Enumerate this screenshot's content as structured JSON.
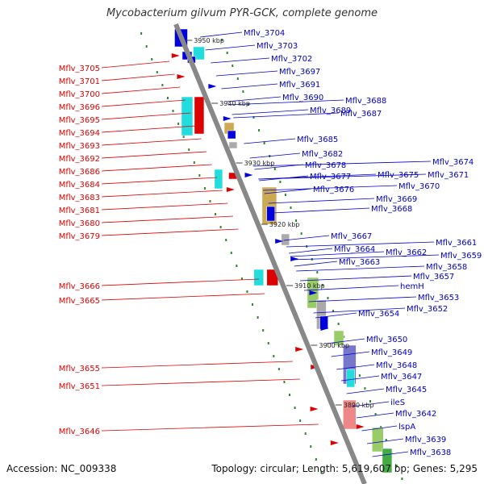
{
  "title": "Mycobacterium gilvum PYR-GCK, complete genome",
  "footer": {
    "accession": "Accession: NC_009338",
    "summary": "Topology: circular; Length: 5,619,607 bp; Genes: 5,295"
  },
  "colors": {
    "reverse_label": "#dd0000",
    "forward_label": "#0000cc",
    "backbone": "#888888"
  },
  "kbp_ticks": [
    "3950 kbp",
    "3940 kbp",
    "3930 kbp",
    "3920 kbp",
    "3910 kbp",
    "3900 kbp",
    "3890 kbp"
  ],
  "reverse_genes": [
    "Mflv_3705",
    "Mflv_3701",
    "Mflv_3700",
    "Mflv_3696",
    "Mflv_3695",
    "Mflv_3694",
    "Mflv_3693",
    "Mflv_3692",
    "Mflv_3686",
    "Mflv_3684",
    "Mflv_3683",
    "Mflv_3681",
    "Mflv_3680",
    "Mflv_3679",
    "Mflv_3666",
    "Mflv_3665",
    "Mflv_3655",
    "Mflv_3651",
    "Mflv_3646"
  ],
  "forward_genes": [
    "Mflv_3704",
    "Mflv_3703",
    "Mflv_3702",
    "Mflv_3697",
    "Mflv_3691",
    "Mflv_3690",
    "Mflv_3689",
    "Mflv_3688",
    "Mflv_3687",
    "Mflv_3685",
    "Mflv_3682",
    "Mflv_3678",
    "Mflv_3677",
    "Mflv_3676",
    "Mflv_3675",
    "Mflv_3674",
    "Mflv_3671",
    "Mflv_3670",
    "Mflv_3669",
    "Mflv_3668",
    "Mflv_3667",
    "Mflv_3664",
    "Mflv_3663",
    "Mflv_3662",
    "Mflv_3661",
    "Mflv_3659",
    "Mflv_3658",
    "Mflv_3657",
    "hemH",
    "Mflv_3653",
    "Mflv_3654",
    "Mflv_3652",
    "Mflv_3650",
    "Mflv_3649",
    "Mflv_3648",
    "Mflv_3647",
    "Mflv_3645",
    "ileS",
    "Mflv_3642",
    "lspA",
    "Mflv_3639",
    "Mflv_3638"
  ]
}
